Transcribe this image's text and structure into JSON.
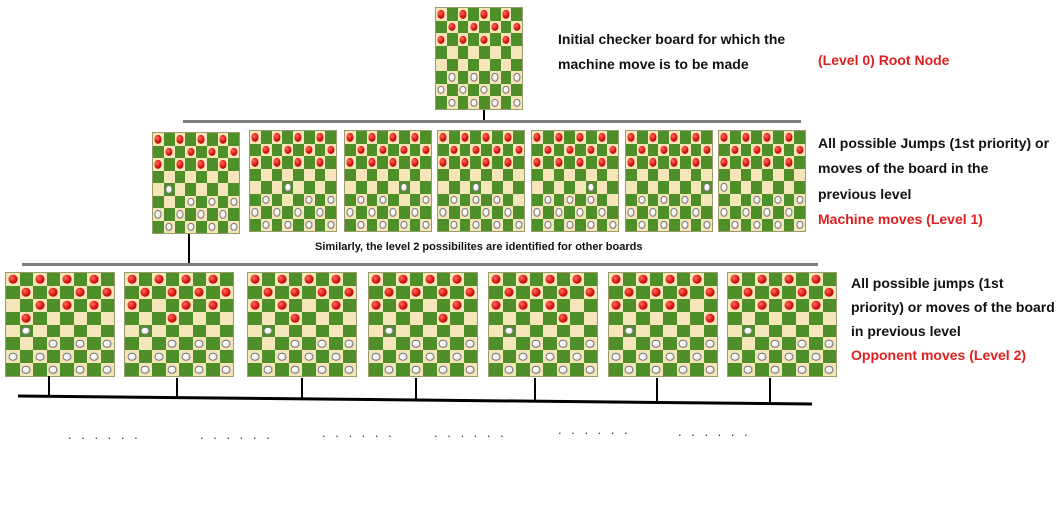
{
  "text": {
    "root_desc_line1": "Initial checker board for which the",
    "root_desc_line2": "machine move is to be made",
    "root_level": "(Level 0) Root Node",
    "l1_desc_line1": "All possible Jumps (1st priority) or",
    "l1_desc_line2": "moves of the board in the",
    "l1_desc_line3": "previous level",
    "l1_level": "Machine moves  (Level 1)",
    "similarly": "Similarly, the level 2 possibilites are identified for other boards",
    "l2_desc_line1": "All possible jumps (1st",
    "l2_desc_line2": "priority) or moves of the board",
    "l2_desc_line3": "in previous level",
    "l2_level": "Opponent moves (Level 2)",
    "ellipsis": ". . . . . ."
  },
  "colors": {
    "light_square": "#f4e6b8",
    "dark_square": "#4f8f2a",
    "red_piece": "#d4140e",
    "white_piece": "#f2f2f2",
    "level_label": "#e02020"
  },
  "boards": {
    "level0": [
      "R.R.R.R.",
      ".R.R.R.R",
      "R.R.R.R.",
      "........",
      "........",
      ".W.W.W.W",
      "W.W.W.W.",
      ".W.W.W.W"
    ],
    "level1": [
      [
        "R.R.R.R.",
        ".R.R.R.R",
        "R.R.R.R.",
        "........",
        ".W......",
        "...W.W.W",
        "W.W.W.W.",
        ".W.W.W.W"
      ],
      [
        "R.R.R.R.",
        ".R.R.R.R",
        "R.R.R.R.",
        "........",
        "...W....",
        ".W...W.W",
        "W.W.W.W.",
        ".W.W.W.W"
      ],
      [
        "R.R.R.R.",
        ".R.R.R.R",
        "R.R.R.R.",
        "........",
        ".....W..",
        ".W.W...W",
        "W.W.W.W.",
        ".W.W.W.W"
      ],
      [
        "R.R.R.R.",
        ".R.R.R.R",
        "R.R.R.R.",
        "........",
        "...W....",
        ".W.W.W..",
        "W.W.W.W.",
        ".W.W.W.W"
      ],
      [
        "R.R.R.R.",
        ".R.R.R.R",
        "R.R.R.R.",
        "........",
        ".....W..",
        ".W.W.W..",
        "W.W.W.W.",
        ".W.W.W.W"
      ],
      [
        "R.R.R.R.",
        ".R.R.R.R",
        "R.R.R.R.",
        "........",
        ".......W",
        ".W.W.W..",
        "W.W.W.W.",
        ".W.W.W.W"
      ],
      [
        "R.R.R.R.",
        ".R.R.R.R",
        "R.R.R.R.",
        "........",
        "W.......",
        "...W.W.W",
        "W.W.W.W.",
        ".W.W.W.W"
      ]
    ],
    "level2": [
      [
        "R.R.R.R.",
        ".R.R.R.R",
        "..R.R.R.",
        ".R......",
        ".W......",
        "...W.W.W",
        "W.W.W.W.",
        ".W.W.W.W"
      ],
      [
        "R.R.R.R.",
        ".R.R.R.R",
        "R...R.R.",
        "...R....",
        ".W......",
        "...W.W.W",
        "W.W.W.W.",
        ".W.W.W.W"
      ],
      [
        "R.R.R.R.",
        ".R.R.R.R",
        "R.R...R.",
        "...R....",
        ".W......",
        "...W.W.W",
        "W.W.W.W.",
        ".W.W.W.W"
      ],
      [
        "R.R.R.R.",
        ".R.R.R.R",
        "R.R...R.",
        ".....R..",
        ".W......",
        "...W.W.W",
        "W.W.W.W.",
        ".W.W.W.W"
      ],
      [
        "R.R.R.R.",
        ".R.R.R.R",
        "R.R.R...",
        ".....R..",
        ".W......",
        "...W.W.W",
        "W.W.W.W.",
        ".W.W.W.W"
      ],
      [
        "R.R.R.R.",
        ".R.R.R.R",
        "R.R.R...",
        ".......R",
        ".W......",
        "...W.W.W",
        "W.W.W.W.",
        ".W.W.W.W"
      ],
      [
        "R.R.R.R.",
        ".R.R.R.R",
        "R.R.R.R.",
        "........",
        ".W......",
        "...W.W.W",
        "W.W.W.W.",
        ".W.W.W.W"
      ]
    ]
  }
}
